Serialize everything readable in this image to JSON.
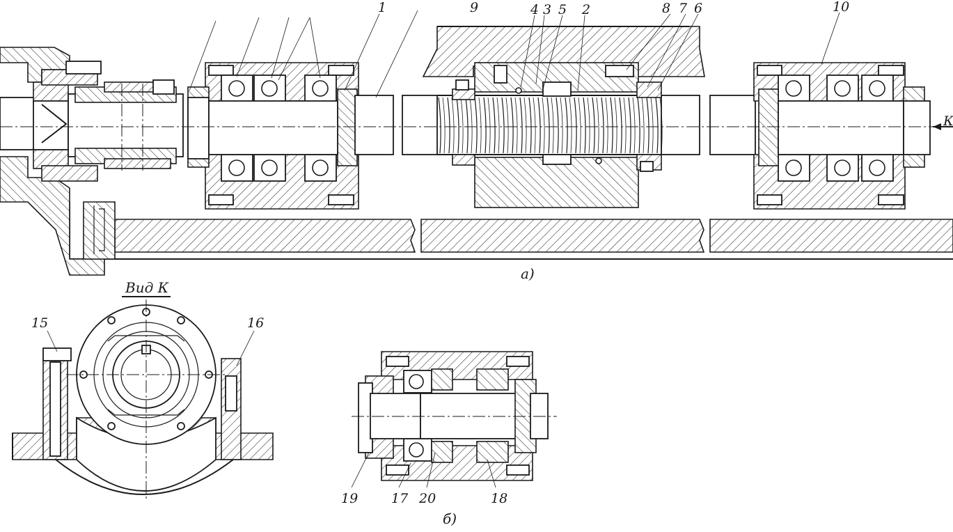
{
  "view_a": {
    "caption": "а)",
    "part_labels": [
      "1",
      "9",
      "4",
      "3",
      "5",
      "2",
      "8",
      "7",
      "6",
      "10"
    ],
    "arrow_label": "К"
  },
  "view_k": {
    "title": "Вид К",
    "part_labels": [
      "15",
      "16"
    ]
  },
  "view_b": {
    "caption": "б)",
    "part_labels": [
      "19",
      "17",
      "20",
      "18"
    ]
  },
  "colors": {
    "ink": "#1a1a1a",
    "paper": "#ffffff"
  }
}
